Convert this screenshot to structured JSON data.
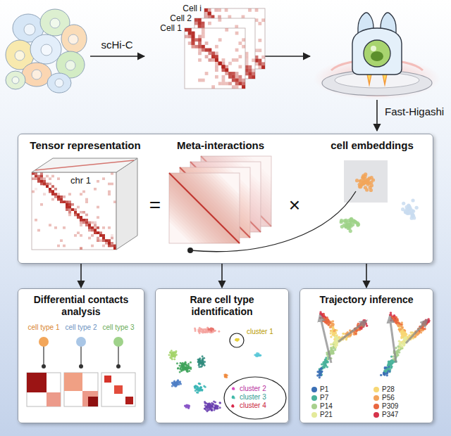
{
  "diagram": {
    "nodes": [
      {
        "text": [
          "Tensor representation",
          "Meta-interactions",
          "cell embeddings"
        ]
      },
      {
        "text": [
          "Differential contacts analysis"
        ]
      },
      {
        "text": [
          "Rare cell type identification"
        ]
      },
      {
        "text": [
          "Trajectory inference"
        ]
      }
    ],
    "edges": [
      {
        "from": 0,
        "to": 1,
        "arrow": "to"
      },
      {
        "from": 0,
        "to": 2,
        "arrow": "to"
      },
      {
        "from": 0,
        "to": 3,
        "arrow": "to"
      }
    ],
    "labels": [
      "scHi-C",
      "Cell i",
      "Cell 2",
      "Cell 1",
      "Fast-Higashi",
      "chr 1",
      "=",
      "×",
      "cell type 1",
      "cell type 2",
      "cell type 3",
      "cluster 1",
      "cluster 2",
      "cluster 3",
      "cluster 4"
    ],
    "legend": [
      {
        "text": "P1",
        "color": "#3a6fb5"
      },
      {
        "text": "P7",
        "color": "#49b29a"
      },
      {
        "text": "P14",
        "color": "#a8d08d"
      },
      {
        "text": "P21",
        "color": "#e4ea9a"
      },
      {
        "text": "P28",
        "color": "#f7d774"
      },
      {
        "text": "P56",
        "color": "#f3a35b"
      },
      {
        "text": "P309",
        "color": "#e9663f"
      },
      {
        "text": "P347",
        "color": "#d6334a"
      }
    ]
  }
}
